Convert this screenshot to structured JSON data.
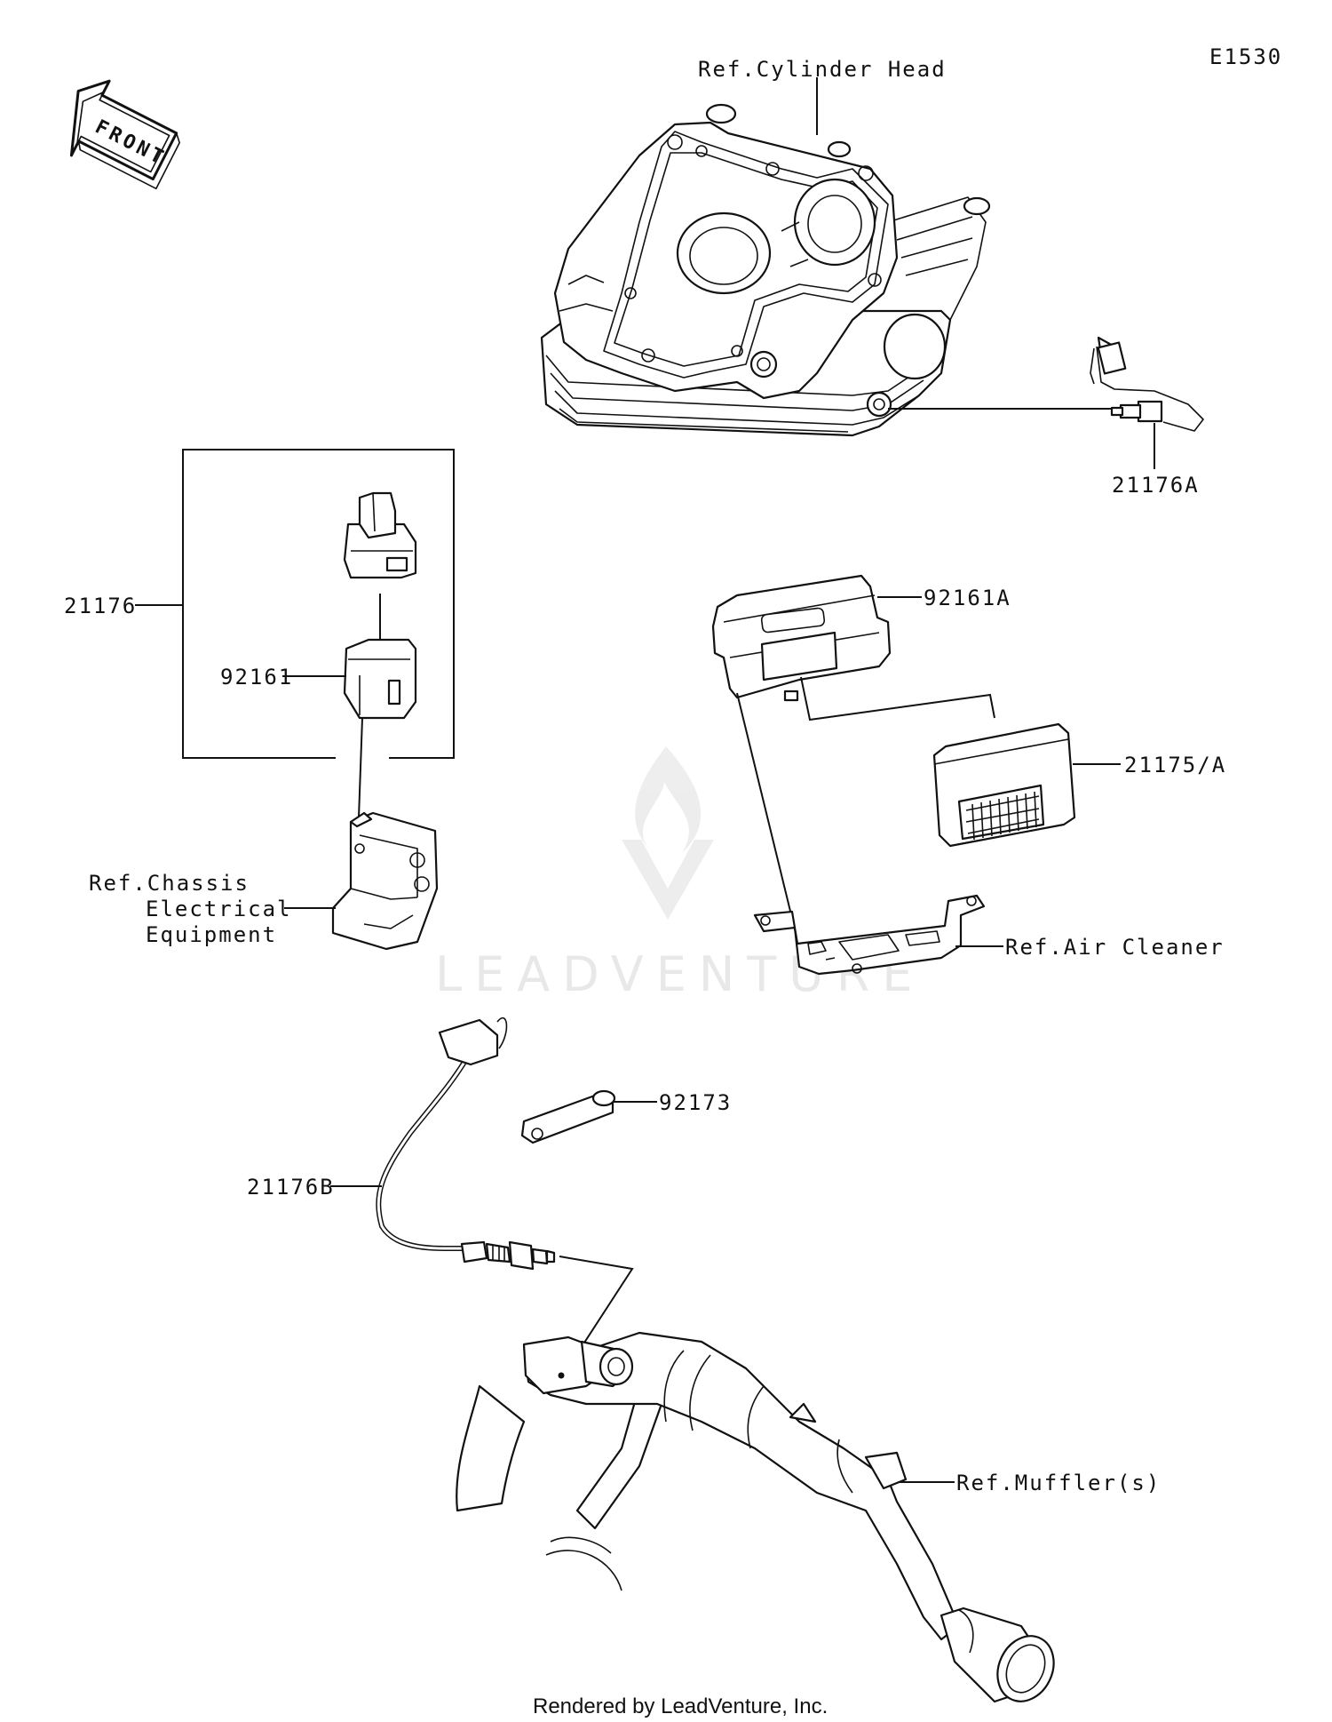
{
  "diagram_code": "E1530",
  "front_label": "FRONT",
  "labels": {
    "ref_cylinder_head": "Ref.Cylinder Head",
    "part_21176A": "21176A",
    "part_21176": "21176",
    "part_92161": "92161",
    "part_92161A": "92161A",
    "part_21175A": "21175/A",
    "ref_chassis_line1": "Ref.Chassis",
    "ref_chassis_line2": "Electrical",
    "ref_chassis_line3": "Equipment",
    "ref_air_cleaner": "Ref.Air Cleaner",
    "part_92173": "92173",
    "part_21176B": "21176B",
    "ref_mufflers": "Ref.Muffler(s)"
  },
  "watermark": "LEADVENTURE",
  "footer": "Rendered by LeadVenture, Inc."
}
